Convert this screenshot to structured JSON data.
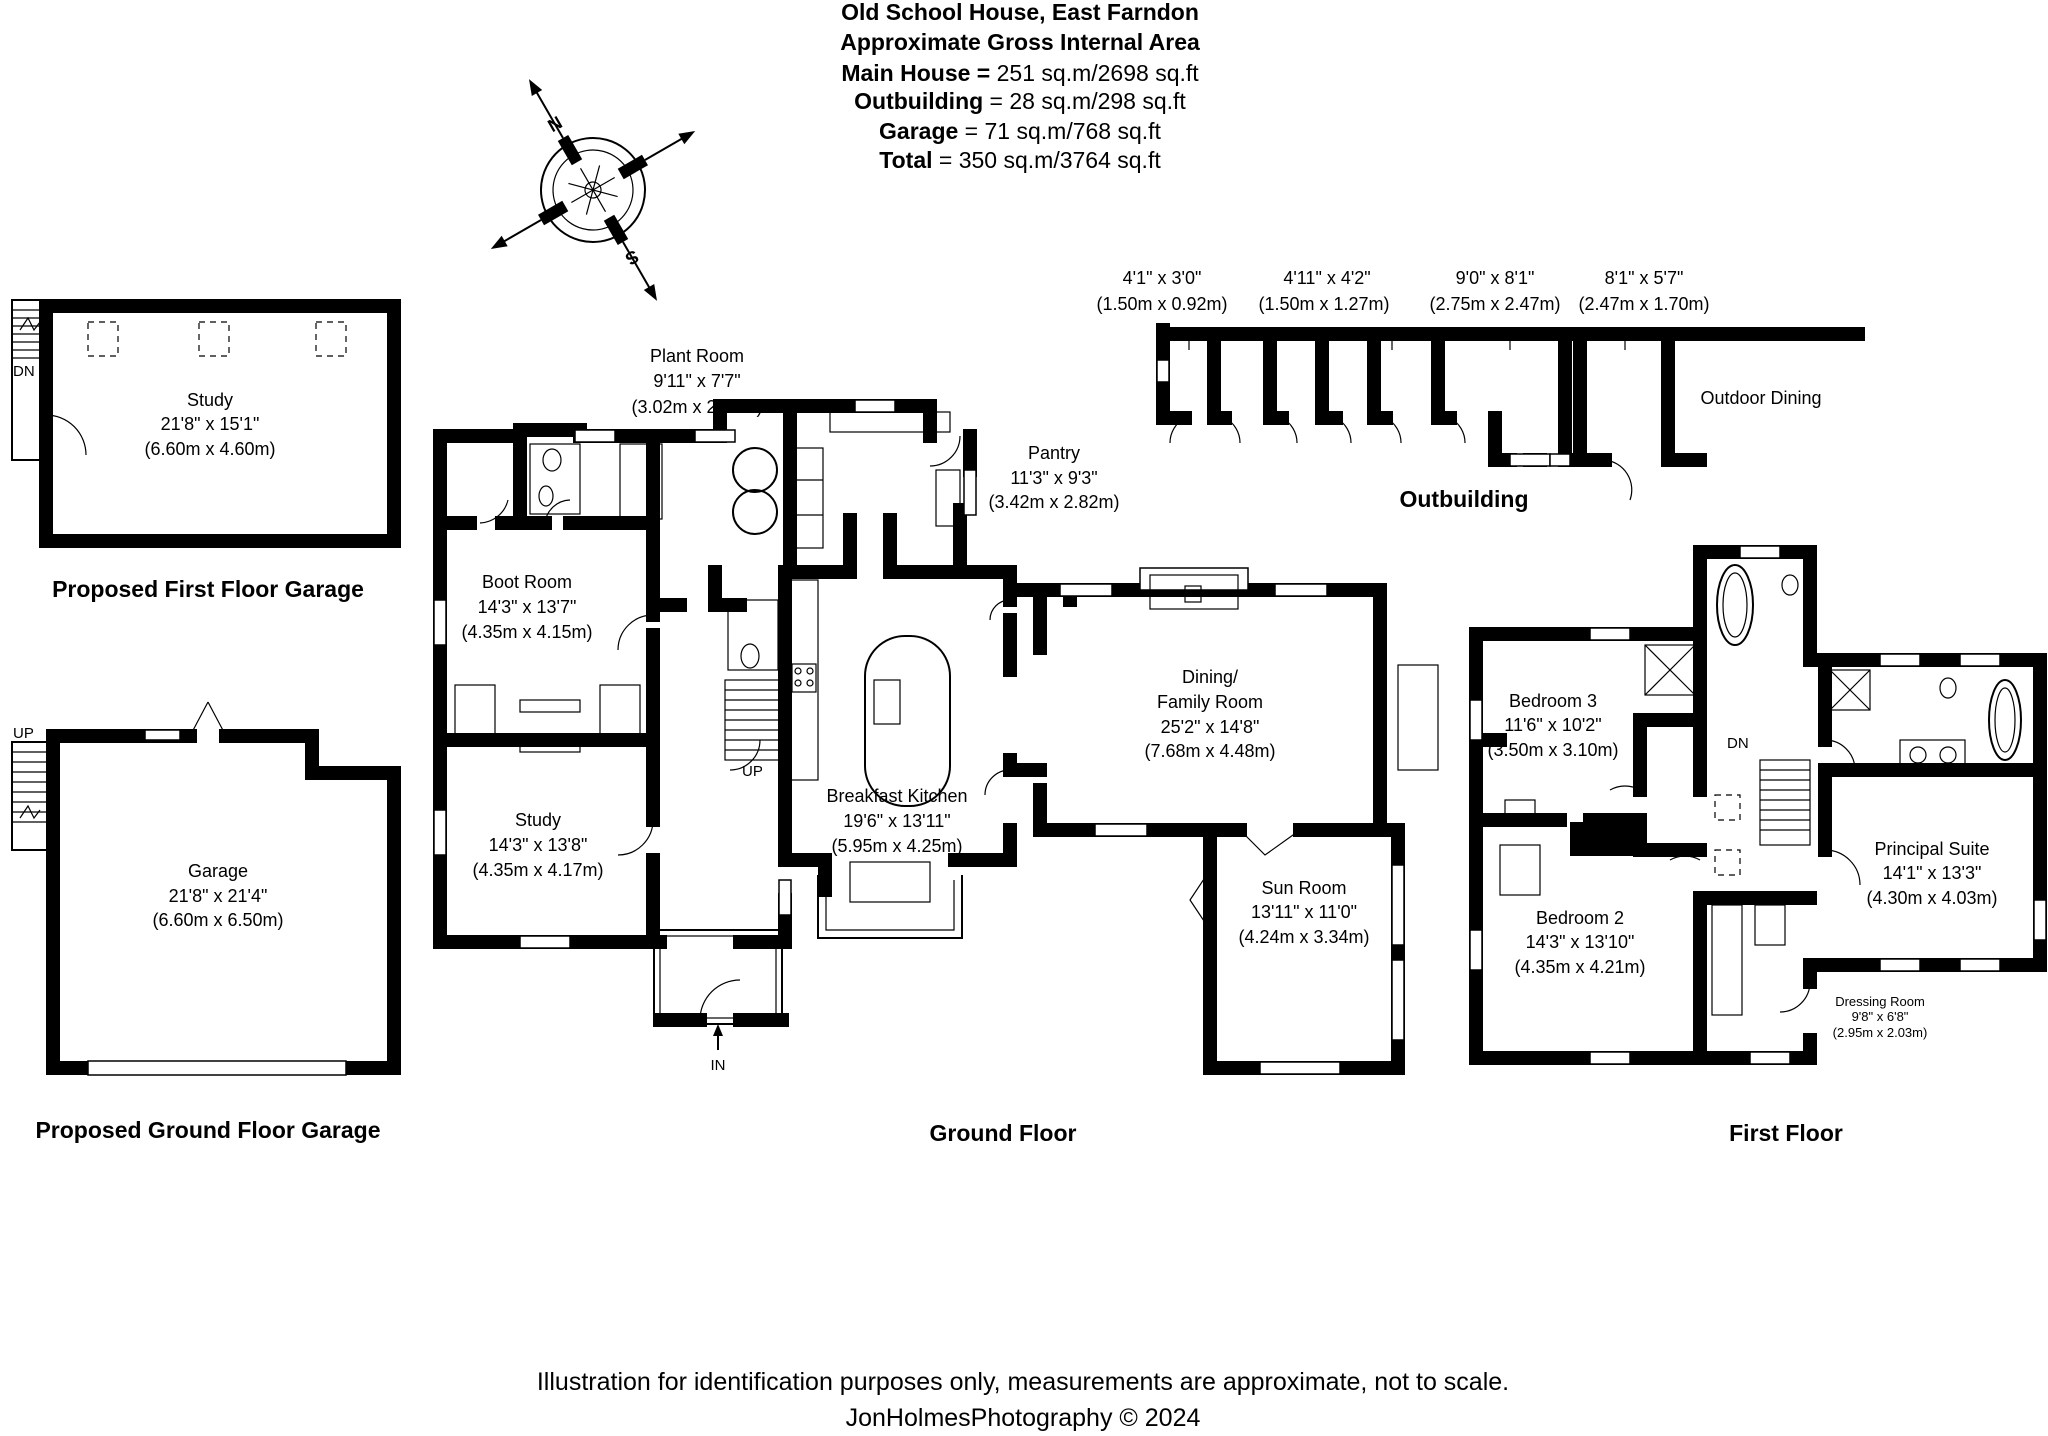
{
  "header": {
    "title": "Old School House, East Farndon",
    "subtitle": "Approximate Gross Internal Area",
    "areas": [
      {
        "label": "Main House",
        "value": "251 sq.m/2698 sq.ft"
      },
      {
        "label": "Outbuilding",
        "value": "28 sq.m/298 sq.ft"
      },
      {
        "label": "Garage",
        "value": "71 sq.m/768 sq.ft"
      },
      {
        "label": "Total",
        "value": "350 sq.m/3764 sq.ft"
      }
    ]
  },
  "compass": {
    "north": "N",
    "south": "S",
    "icon": "compass-rose-icon"
  },
  "floors": {
    "first_floor_garage": "Proposed First Floor Garage",
    "ground_floor_garage": "Proposed Ground Floor Garage",
    "ground_floor": "Ground Floor",
    "first_floor": "First Floor",
    "outbuilding": "Outbuilding"
  },
  "rooms": {
    "garage_study": {
      "name": "Study",
      "imperial": "21'8\" x 15'1\"",
      "metric": "(6.60m x 4.60m)"
    },
    "garage": {
      "name": "Garage",
      "imperial": "21'8\" x 21'4\"",
      "metric": "(6.60m x 6.50m)"
    },
    "plant_room": {
      "name": "Plant Room",
      "imperial": "9'11\" x 7'7\"",
      "metric": "(3.02m x 2.30m)"
    },
    "pantry": {
      "name": "Pantry",
      "imperial": "11'3\" x 9'3\"",
      "metric": "(3.42m x 2.82m)"
    },
    "boot_room": {
      "name": "Boot Room",
      "imperial": "14'3\" x 13'7\"",
      "metric": "(4.35m x 4.15m)"
    },
    "study": {
      "name": "Study",
      "imperial": "14'3\" x 13'8\"",
      "metric": "(4.35m x 4.17m)"
    },
    "kitchen": {
      "name": "Breakfast Kitchen",
      "imperial": "19'6\" x 13'11\"",
      "metric": "(5.95m x 4.25m)"
    },
    "dining": {
      "name1": "Dining/",
      "name2": "Family Room",
      "imperial": "25'2\" x 14'8\"",
      "metric": "(7.68m x 4.48m)"
    },
    "sun_room": {
      "name": "Sun Room",
      "imperial": "13'11\" x 11'0\"",
      "metric": "(4.24m x 3.34m)"
    },
    "bedroom3": {
      "name": "Bedroom 3",
      "imperial": "11'6\" x 10'2\"",
      "metric": "(3.50m x 3.10m)"
    },
    "bedroom2": {
      "name": "Bedroom 2",
      "imperial": "14'3\" x 13'10\"",
      "metric": "(4.35m x 4.21m)"
    },
    "principal": {
      "name": "Principal Suite",
      "imperial": "14'1\" x 13'3\"",
      "metric": "(4.30m x 4.03m)"
    },
    "dressing": {
      "name": "Dressing Room",
      "imperial": "9'8\" x 6'8\"",
      "metric": "(2.95m x 2.03m)"
    },
    "outdoor_dining": {
      "name": "Outdoor Dining"
    }
  },
  "outbuilding_dims": [
    {
      "imperial": "4'1\" x 3'0\"",
      "metric": "(1.50m x 0.92m)"
    },
    {
      "imperial": "4'11\" x 4'2\"",
      "metric": "(1.50m x 1.27m)"
    },
    {
      "imperial": "9'0\" x 8'1\"",
      "metric": "(2.75m x 2.47m)"
    },
    {
      "imperial": "8'1\" x 5'7\"",
      "metric": "(2.47m x 1.70m)"
    }
  ],
  "stair_tags": {
    "dn": "DN",
    "up": "UP",
    "in": "IN"
  },
  "footer": {
    "disclaimer": "Illustration for identification purposes only, measurements are approximate, not to scale.",
    "credit": "JonHolmesPhotography © 2024"
  }
}
